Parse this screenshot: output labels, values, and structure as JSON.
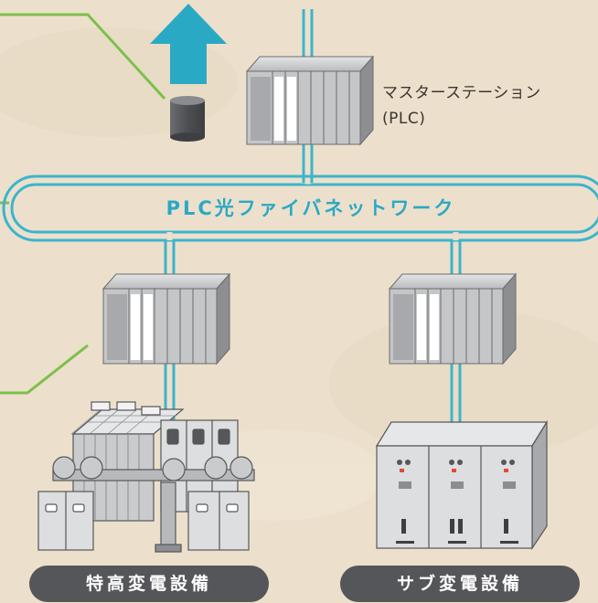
{
  "master_station": {
    "label_line1": "マスターステーション",
    "label_line2": "(PLC)"
  },
  "network": {
    "label": "PLC光ファイバネットワーク"
  },
  "facilities": {
    "left": {
      "label": "特高変電設備"
    },
    "right": {
      "label": "サブ変電設備"
    }
  },
  "colors": {
    "background": "#ece0cc",
    "network_line": "#3cb4cc",
    "arrow": "#2aa9c4",
    "connector_line": "#7cc04a",
    "pill": "#55565a",
    "plc_body": "#c4c6c8"
  },
  "icons": [
    "upload-arrow-icon",
    "database-cylinder-icon",
    "plc-rack-icon",
    "substation-equipment-icon",
    "switchgear-cabinet-icon"
  ]
}
